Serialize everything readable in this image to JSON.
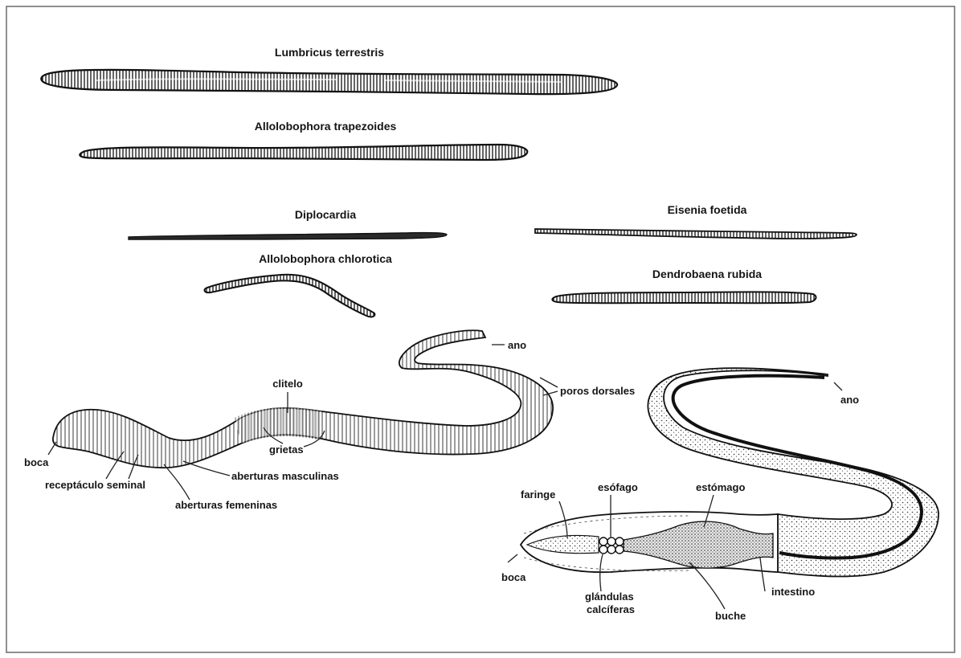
{
  "species": {
    "lumbricus": "Lumbricus terrestris",
    "allolobophora_trap": "Allolobophora trapezoides",
    "diplocardia": "Diplocardia",
    "allolobophora_chlor": "Allolobophora chlorotica",
    "eisenia": "Eisenia foetida",
    "dendrobaena": "Dendrobaena rubida"
  },
  "external": {
    "ano": "ano",
    "clitelo": "clitelo",
    "poros_dorsales": "poros dorsales",
    "grietas": "grietas",
    "boca": "boca",
    "receptaculo": "receptáculo seminal",
    "aberturas_masculinas": "aberturas masculinas",
    "aberturas_femeninas": "aberturas femeninas"
  },
  "internal": {
    "ano": "ano",
    "faringe": "faringe",
    "esofago": "esófago",
    "estomago": "estómago",
    "boca": "boca",
    "glandulas_line1": "glándulas",
    "glandulas_line2": "calcíferas",
    "buche": "buche",
    "intestino": "intestino"
  },
  "colors": {
    "ink": "#151515",
    "frame": "#6a6a6a",
    "worm_fill": "#3a3a3a"
  }
}
